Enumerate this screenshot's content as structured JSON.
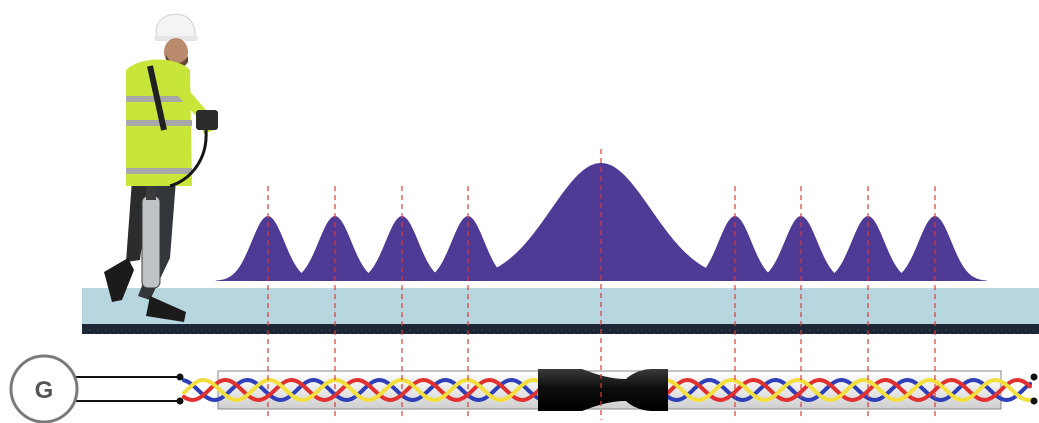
{
  "generator": {
    "label": "G",
    "ring_color": "#7a7a7a",
    "text_color": "#555555"
  },
  "signal": {
    "fill_color": "#4f3a96",
    "peaks": [
      {
        "kind": "small",
        "relative_height": 0.55
      },
      {
        "kind": "small",
        "relative_height": 0.55
      },
      {
        "kind": "small",
        "relative_height": 0.55
      },
      {
        "kind": "small",
        "relative_height": 0.55
      },
      {
        "kind": "large",
        "relative_height": 1.0
      },
      {
        "kind": "small",
        "relative_height": 0.55
      },
      {
        "kind": "small",
        "relative_height": 0.55
      },
      {
        "kind": "small",
        "relative_height": 0.55
      },
      {
        "kind": "small",
        "relative_height": 0.55
      }
    ]
  },
  "guide_line_color": "#d83a3a",
  "ground": {
    "surface_color": "#b7d6e0",
    "base_color": "#1d2634"
  },
  "cable": {
    "sheath_color": "#eeeeee",
    "wire_colors": [
      "#2f3fb8",
      "#e03030",
      "#f2de3c"
    ],
    "joint_color": "#111111",
    "joint_icon": "cable-joint"
  },
  "operator": {
    "icon": "worker-with-cable-locator",
    "vest_color": "#c8e63a"
  }
}
